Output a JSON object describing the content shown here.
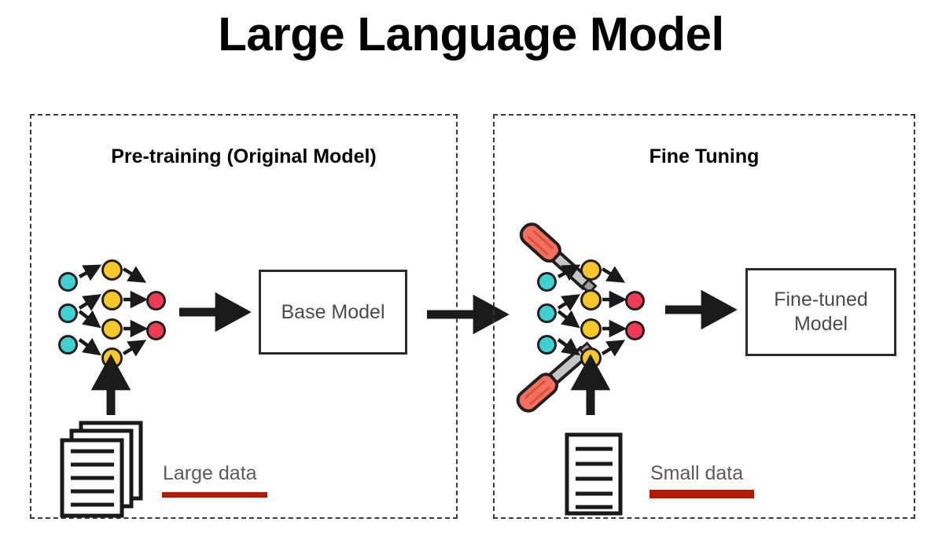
{
  "title": "Large Language Model",
  "panels": [
    {
      "id": "pre-training",
      "title": "Pre-training (Original Model)",
      "model_box": "Base Model",
      "data_label": "Large data",
      "data_icon": "stacked-documents-icon",
      "document_count": 3,
      "document_lines": 5,
      "tools": []
    },
    {
      "id": "fine-tuning",
      "title": "Fine Tuning",
      "model_box_line1": "Fine-tuned",
      "model_box_line2": "Model",
      "data_label": "Small data",
      "data_icon": "single-document-icon",
      "document_count": 1,
      "document_lines": 5,
      "tools": [
        "screwdriver-icon-top",
        "screwdriver-icon-bottom"
      ]
    }
  ],
  "network": {
    "input_nodes": 3,
    "hidden_nodes": 4,
    "output_nodes": 2,
    "input_color": "#3fd0cf",
    "hidden_color": "#f6c62a",
    "output_color": "#ef3b53",
    "outline_color": "#231f20"
  },
  "colors": {
    "accent_red": "#b21a06",
    "screwdriver_handle": "#f4705e",
    "screwdriver_shaft": "#b9b9b9",
    "arrow": "#1a1a1a",
    "panel_border": "#3a3a3a",
    "box_text": "#4a4a4a",
    "label_text": "#5a5a5a"
  },
  "arrows": {
    "network_to_base": "arrow-right-icon",
    "base_to_finetune": "arrow-right-icon",
    "network_to_finetuned": "arrow-right-icon",
    "large_data_to_network": "arrow-up-icon",
    "small_data_to_network": "arrow-up-icon"
  }
}
